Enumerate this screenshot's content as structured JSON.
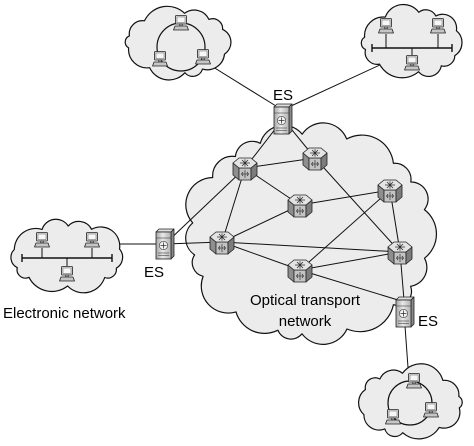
{
  "labels": {
    "es_top": "ES",
    "es_left": "ES",
    "es_bottom_right": "ES",
    "electronic_network": "Electronic network",
    "optical_network_line1": "Optical transport",
    "optical_network_line2": "network"
  },
  "colors": {
    "cloud_fill": "#ececec",
    "line": "#111111",
    "background": "#ffffff"
  }
}
